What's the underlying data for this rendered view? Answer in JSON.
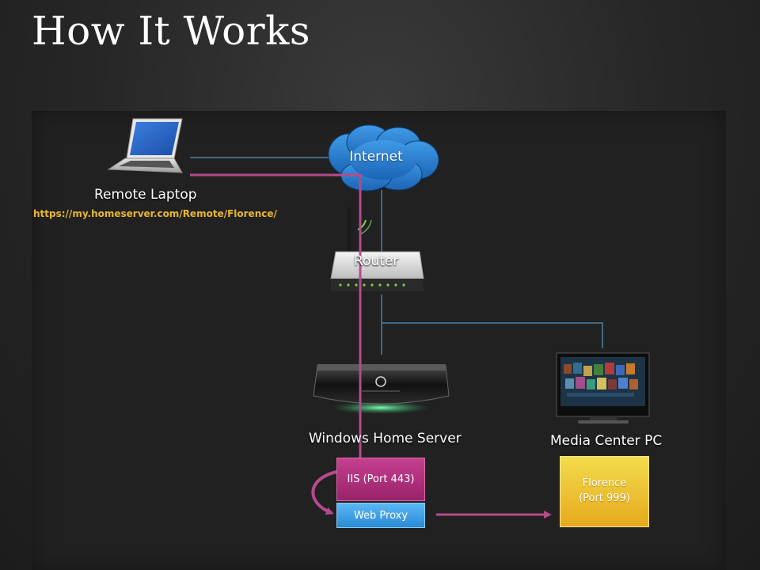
{
  "title": "How It Works",
  "nodes": {
    "laptop": {
      "label": "Remote Laptop",
      "url": "https://my.homeserver.com/Remote/Florence/"
    },
    "internet": {
      "label": "Internet"
    },
    "router": {
      "label": "Router"
    },
    "server": {
      "label": "Windows Home Server"
    },
    "media_center": {
      "label": "Media Center PC"
    }
  },
  "components": {
    "iis": {
      "label": "IIS (Port 443)"
    },
    "web_proxy": {
      "label": "Web Proxy"
    },
    "florence": {
      "name": "Florence",
      "port": "(Port 999)"
    }
  },
  "colors": {
    "connection_line": "#4a7fa8",
    "request_path": "#b64a8c",
    "iis": "#b43282",
    "web_proxy": "#3fa0e6",
    "florence": "#eec232",
    "url_text": "#e9b62e"
  }
}
